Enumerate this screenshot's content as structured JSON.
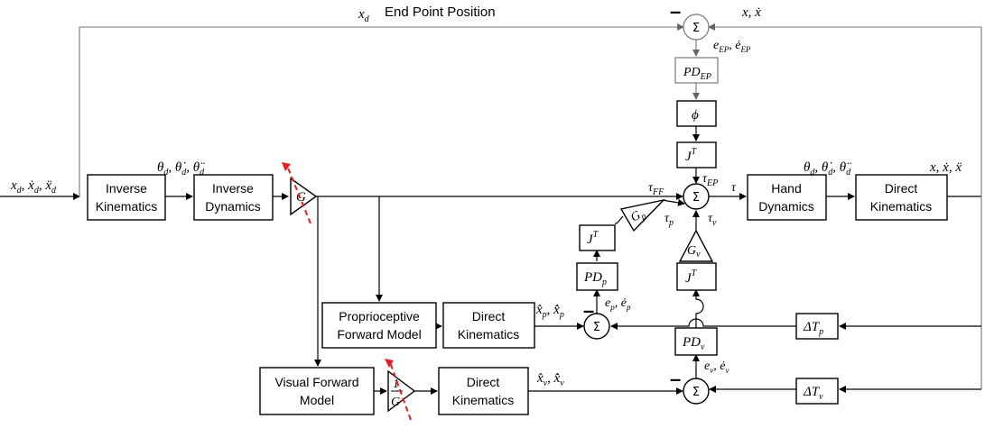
{
  "labels": {
    "xd_top": "x_d",
    "end_point_position": "End Point Position",
    "x_xdot_top": "x, ẋ",
    "e_ep": "e_EP, ė_EP",
    "input_left": "x_d, ẋ_d, ẍ_d",
    "theta_d_left": "θ_d, θ̇_d, θ̈_d",
    "theta_d_right": "θ_d, θ̇_d, θ̈_d",
    "x_right": "x, ẋ, ẍ",
    "tau_ff": "τ_FF",
    "tau": "τ",
    "tau_ep": "τ_EP",
    "tau_p": "τ_p",
    "tau_v": "τ_v",
    "xhat_p": "x̂_p, x̂̇_p",
    "e_p": "e_p, ė_p",
    "xhat_v": "x̂_v, x̂̇_v",
    "e_v": "e_v, ė_v",
    "minus": "–",
    "sum_symbol": "Σ"
  },
  "blocks": {
    "pd_ep": "PD_EP",
    "phi": "ϕ",
    "jt_top": "J^T",
    "inverse_kinematics": [
      "Inverse",
      "Kinematics"
    ],
    "inverse_dynamics": [
      "Inverse",
      "Dynamics"
    ],
    "gain_g": "G",
    "hand_dynamics": [
      "Hand",
      "Dynamics"
    ],
    "direct_kinematics_right": [
      "Direct",
      "Kinematics"
    ],
    "jt_p": "J^T",
    "gain_gp": "G_p",
    "pd_p": "PD_p",
    "gain_gv": "G_v",
    "jt_v": "J^T",
    "proprioceptive_forward_model": [
      "Proprioceptive",
      "Forward Model"
    ],
    "direct_kinematics_mid": [
      "Direct",
      "Kinematics"
    ],
    "pd_v": "PD_v",
    "delta_tp": "ΔT_p",
    "visual_forward_model": [
      "Visual Forward",
      "Model"
    ],
    "gain_inv_g_num": "1",
    "gain_inv_g_den": "G",
    "direct_kinematics_bottom": [
      "Direct",
      "Kinematics"
    ],
    "delta_tv": "ΔT_v"
  }
}
